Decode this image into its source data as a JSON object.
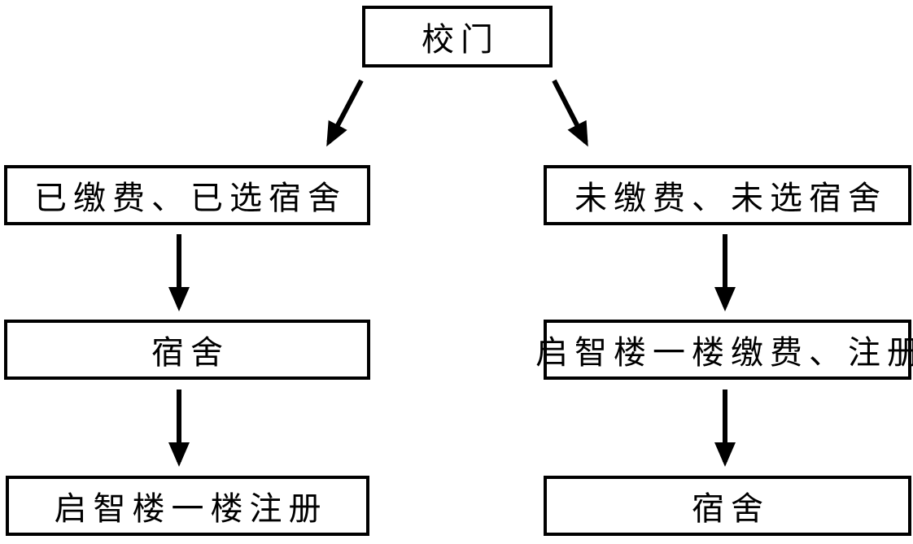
{
  "diagram": {
    "type": "flowchart",
    "background_color": "#ffffff",
    "box_border_color": "#000000",
    "text_color": "#000000",
    "arrow_color": "#000000",
    "nodes": [
      {
        "id": "school-gate",
        "label": "校门"
      },
      {
        "id": "paid-selected",
        "label": "已缴费、已选宿舍"
      },
      {
        "id": "dorm-left",
        "label": "宿舍"
      },
      {
        "id": "register-left",
        "label": "启智楼一楼注册"
      },
      {
        "id": "unpaid-unselected",
        "label": "未缴费、未选宿舍"
      },
      {
        "id": "pay-register",
        "label": "启智楼一楼缴费、注册"
      },
      {
        "id": "dorm-right",
        "label": "宿舍"
      }
    ],
    "edges": [
      {
        "from": "school-gate",
        "to": "paid-selected"
      },
      {
        "from": "school-gate",
        "to": "unpaid-unselected"
      },
      {
        "from": "paid-selected",
        "to": "dorm-left"
      },
      {
        "from": "dorm-left",
        "to": "register-left"
      },
      {
        "from": "unpaid-unselected",
        "to": "pay-register"
      },
      {
        "from": "pay-register",
        "to": "dorm-right"
      }
    ]
  }
}
